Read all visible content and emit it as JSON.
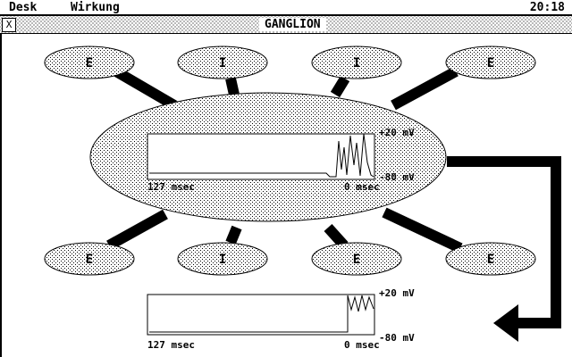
{
  "menubar": {
    "items": [
      "Desk",
      "Wirkung"
    ],
    "clock": "20:18"
  },
  "window": {
    "title": "GANGLION",
    "close_glyph": "X"
  },
  "neurons_top": [
    "E",
    "I",
    "I",
    "E"
  ],
  "neurons_bottom": [
    "E",
    "I",
    "E",
    "E"
  ],
  "main_scope": {
    "label_top": "+20 mV",
    "label_bottom": "-80 mV",
    "label_left": "127 msec",
    "label_right": "0 msec"
  },
  "output_scope": {
    "label_top": "+20 mV",
    "label_bottom": "-80 mV",
    "label_left": "127 msec",
    "label_right": "0 msec"
  }
}
